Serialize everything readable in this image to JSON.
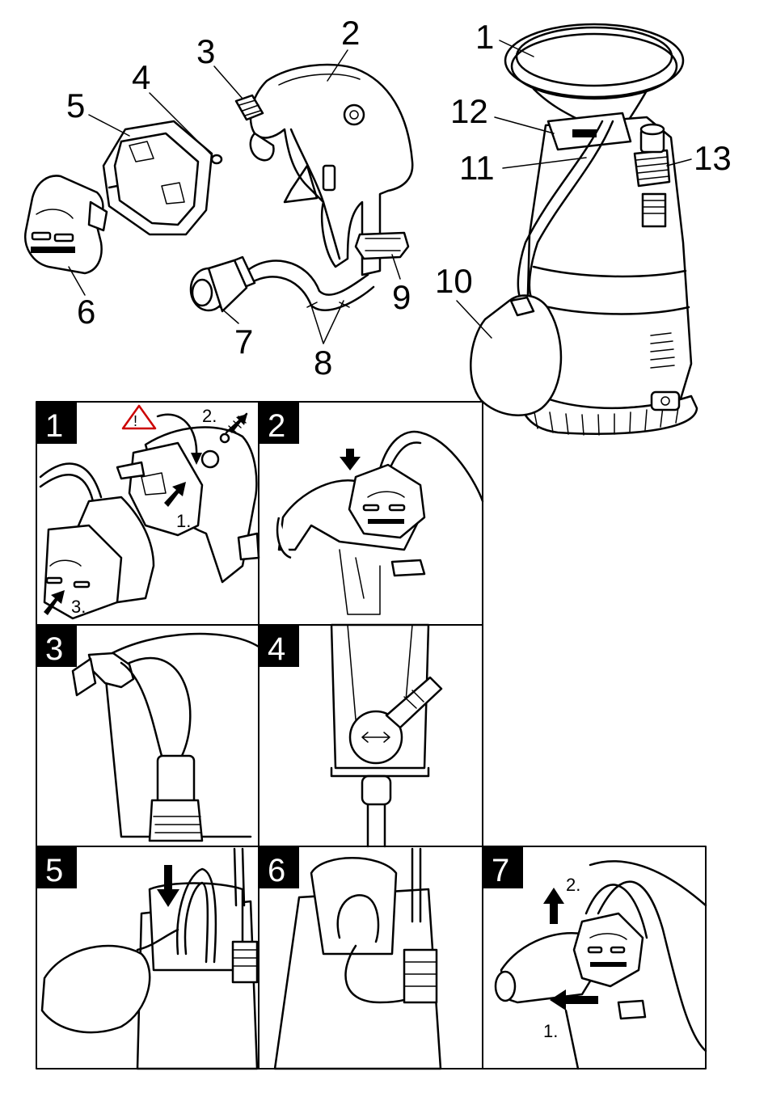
{
  "overview": {
    "callouts": [
      {
        "id": "1",
        "text": "1"
      },
      {
        "id": "2",
        "text": "2"
      },
      {
        "id": "3",
        "text": "3"
      },
      {
        "id": "4",
        "text": "4"
      },
      {
        "id": "5",
        "text": "5"
      },
      {
        "id": "6",
        "text": "6"
      },
      {
        "id": "7",
        "text": "7"
      },
      {
        "id": "8",
        "text": "8"
      },
      {
        "id": "9",
        "text": "9"
      },
      {
        "id": "10",
        "text": "10"
      },
      {
        "id": "11",
        "text": "11"
      },
      {
        "id": "12",
        "text": "12"
      },
      {
        "id": "13",
        "text": "13"
      }
    ]
  },
  "steps": [
    {
      "number": "1",
      "substeps": [
        "1.",
        "2.",
        "3."
      ]
    },
    {
      "number": "2",
      "substeps": []
    },
    {
      "number": "3",
      "substeps": []
    },
    {
      "number": "4",
      "substeps": []
    },
    {
      "number": "5",
      "substeps": []
    },
    {
      "number": "6",
      "substeps": []
    },
    {
      "number": "7",
      "substeps": [
        "1.",
        "2."
      ]
    }
  ],
  "colors": {
    "ink": "#000000",
    "paper": "#ffffff",
    "badge": "#000000"
  }
}
